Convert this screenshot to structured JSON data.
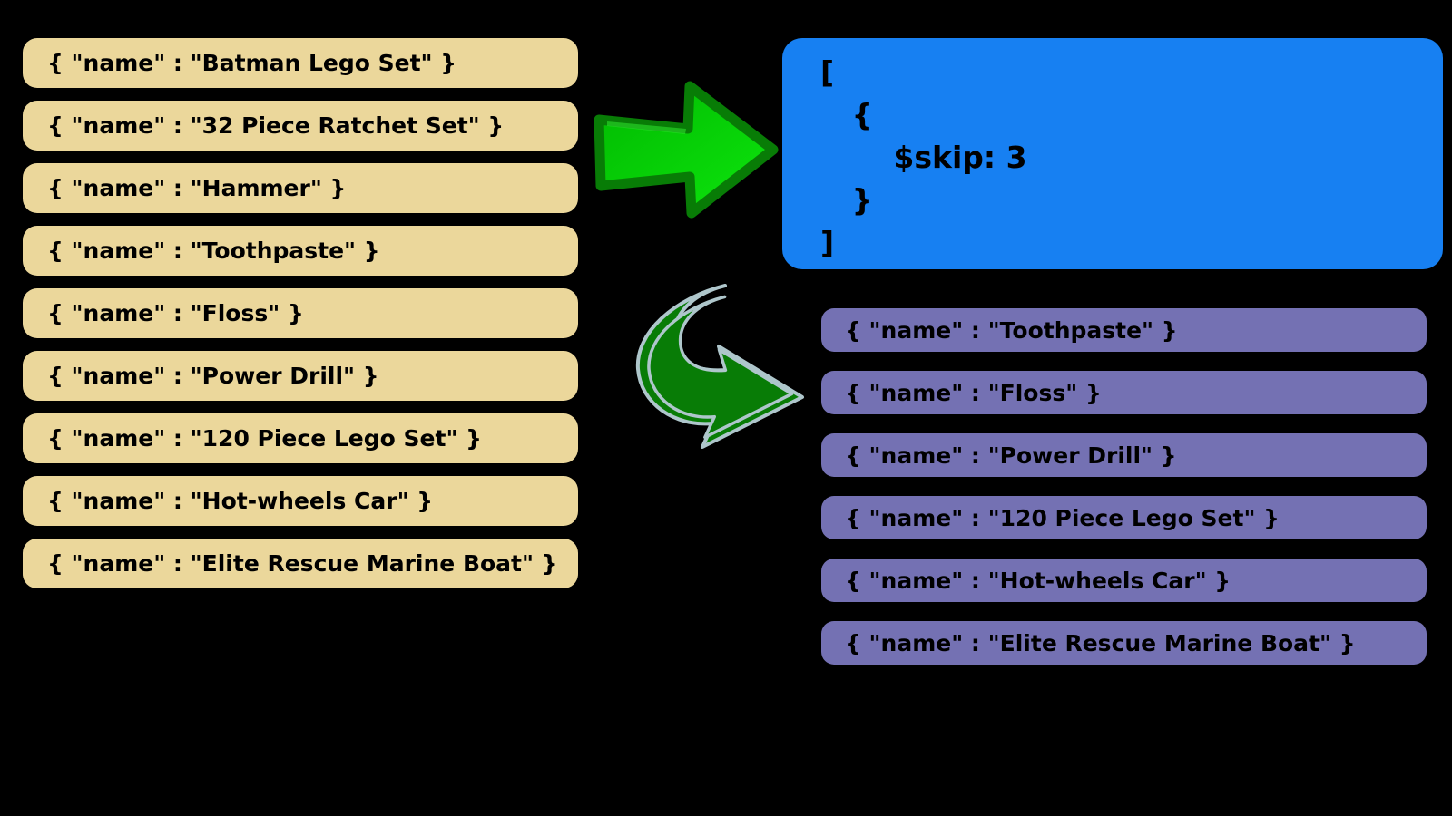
{
  "diagram": {
    "input_documents": {
      "items": [
        "{ \"name\" : \"Batman Lego Set\" }",
        "{ \"name\" : \"32 Piece Ratchet Set\" }",
        "{ \"name\" : \"Hammer\" }",
        "{ \"name\" : \"Toothpaste\" }",
        "{ \"name\" : \"Floss\" }",
        "{ \"name\" : \"Power Drill\" }",
        "{ \"name\" : \"120 Piece Lego Set\" }",
        "{ \"name\" : \"Hot-wheels Car\" }",
        "{ \"name\" : \"Elite Rescue Marine Boat\" }"
      ]
    },
    "pipeline": {
      "code": "[\n   {\n       $skip: 3\n   }\n]"
    },
    "output_documents": {
      "items": [
        "{ \"name\" : \"Toothpaste\" }",
        "{ \"name\" : \"Floss\" }",
        "{ \"name\" : \"Power Drill\" }",
        "{ \"name\" : \"120 Piece Lego Set\" }",
        "{ \"name\" : \"Hot-wheels Car\" }",
        "{ \"name\" : \"Elite Rescue Marine Boat\" }"
      ]
    },
    "icons": {
      "straight_arrow": "green-right-arrow-icon",
      "curved_arrow": "green-curved-down-right-arrow-icon"
    },
    "colors": {
      "background": "#000000",
      "input_card": "#EBD79B",
      "pipeline_box": "#1780F2",
      "output_card": "#7471B3",
      "arrow_fill": "#00D400",
      "arrow_border": "#087C06",
      "curved_arrow_outline": "#AEC6CB",
      "text": "#000000"
    }
  }
}
